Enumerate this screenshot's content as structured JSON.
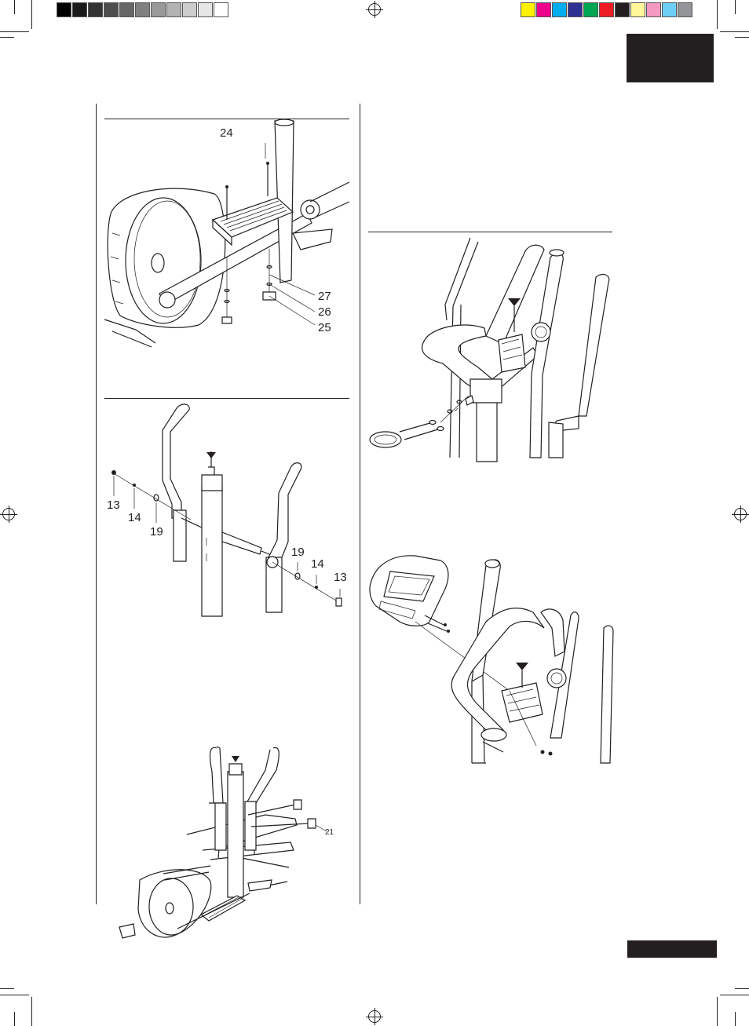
{
  "colors": {
    "grayscale_bar": [
      "#000000",
      "#1a1a1a",
      "#333333",
      "#4d4d4d",
      "#666666",
      "#808080",
      "#999999",
      "#b3b3b3",
      "#cccccc",
      "#e6e6e6",
      "#ffffff"
    ],
    "color_bar": [
      "#fff200",
      "#ec008c",
      "#00aeef",
      "#2e3192",
      "#00a651",
      "#ed1c24",
      "#231f20",
      "#fff799",
      "#f49ac1",
      "#6dcff6",
      "#939598"
    ],
    "ink": "#231f20"
  },
  "figures": {
    "pedal": {
      "labels": [
        "24",
        "27",
        "26",
        "25"
      ]
    },
    "handlebar_axle": {
      "labels": [
        "13",
        "14",
        "19",
        "19",
        "14",
        "13"
      ]
    },
    "mast_bolts": {
      "labels": [
        "21"
      ]
    }
  }
}
